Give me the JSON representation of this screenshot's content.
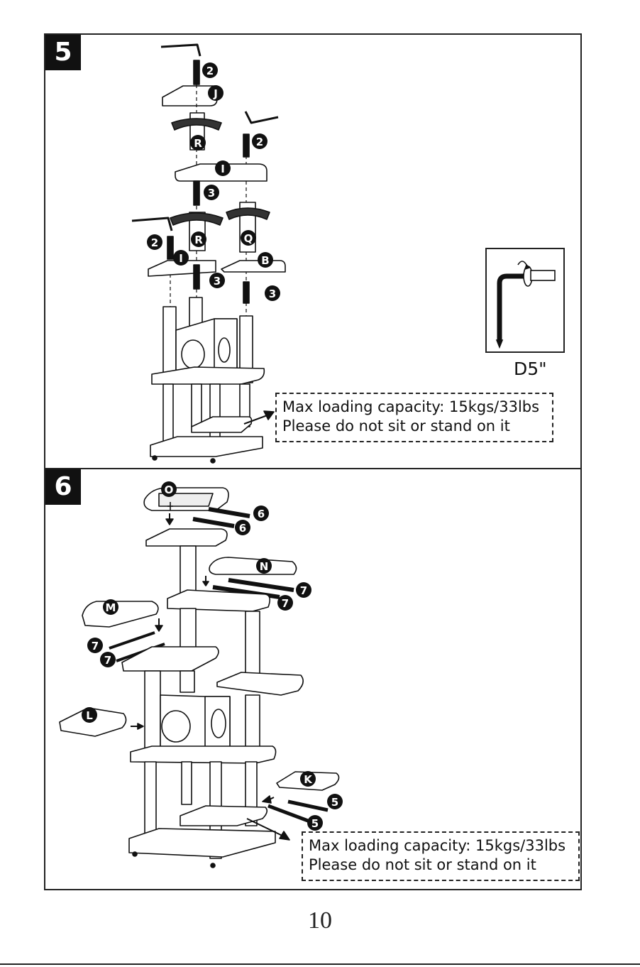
{
  "page_number": "10",
  "steps": [
    {
      "number": "5",
      "note_line1": "Max loading capacity:  15kgs/33lbs",
      "note_line2": "Please do not sit or stand on it",
      "tool_label": "D5\"",
      "callouts": [
        "2",
        "J",
        "R",
        "2",
        "I",
        "3",
        "R",
        "Q",
        "2",
        "I",
        "B",
        "3",
        "3"
      ]
    },
    {
      "number": "6",
      "note_line1": "Max loading capacity:  15kgs/33lbs",
      "note_line2": "Please do not sit or stand on it",
      "callouts": [
        "O",
        "6",
        "6",
        "N",
        "7",
        "7",
        "M",
        "7",
        "7",
        "L",
        "K",
        "5",
        "5"
      ]
    }
  ]
}
